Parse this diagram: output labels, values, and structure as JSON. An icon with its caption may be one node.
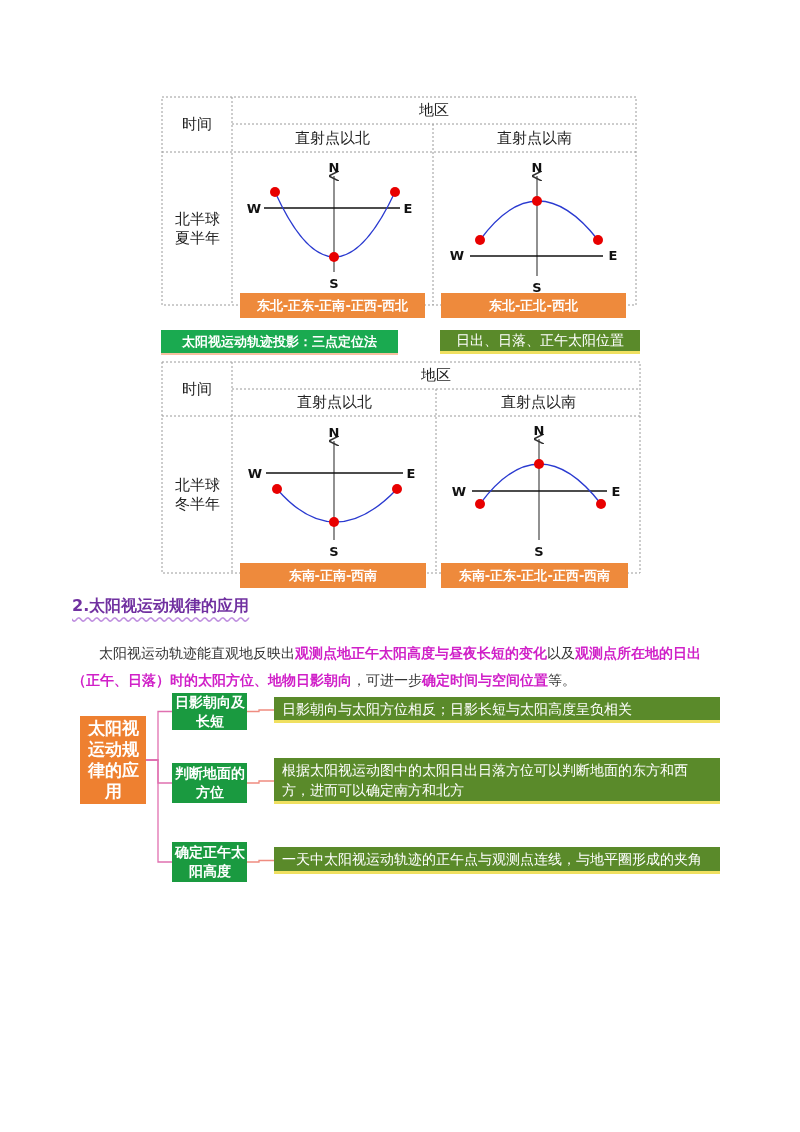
{
  "diagram": {
    "nodes": [
      {
        "text": [
          "东北-正东-正南-正西-西北"
        ]
      },
      {
        "text": [
          "东北-正北-西北"
        ]
      },
      {
        "text": [
          "太阳视运动轨迹投影：三点定位法"
        ]
      },
      {
        "text": [
          "日出、日落、正午太阳位置"
        ]
      },
      {
        "text": [
          "东南-正南-西南"
        ]
      },
      {
        "text": [
          "东南-正东-正北-正西-西南"
        ]
      },
      {
        "text": [
          "太阳视运动规律的应用"
        ]
      },
      {
        "text": [
          "日影朝向及长短"
        ]
      },
      {
        "text": [
          "日影朝向与太阳方位相反；日影长短与太阳高度呈负相关"
        ]
      },
      {
        "text": [
          "判断地面的方位"
        ]
      },
      {
        "text": [
          "根据太阳视运动图中的太阳日出日落方位可以判断地面的东方和西方，进而可以确定南方和北方"
        ]
      },
      {
        "text": [
          "确定正午太阳高度"
        ]
      },
      {
        "text": [
          "一天中太阳视运动轨迹的正午点与观测点连线，与地平圈形成的夹角"
        ]
      }
    ],
    "edges": [
      {
        "from": 6,
        "to": 7,
        "arrow": "none"
      },
      {
        "from": 6,
        "to": 9,
        "arrow": "none"
      },
      {
        "from": 6,
        "to": 11,
        "arrow": "none"
      },
      {
        "from": 7,
        "to": 8,
        "arrow": "none"
      },
      {
        "from": 9,
        "to": 10,
        "arrow": "none"
      },
      {
        "from": 11,
        "to": 12,
        "arrow": "none"
      }
    ],
    "labels": [
      "时间",
      "地区",
      "直射点以北",
      "直射点以南",
      "北半球夏半年",
      "N",
      "W",
      "E",
      "S",
      "N",
      "W",
      "E",
      "S",
      "时间",
      "地区",
      "直射点以北",
      "直射点以南",
      "北半球冬半年",
      "N",
      "W",
      "E",
      "S",
      "N",
      "W",
      "E",
      "S",
      "2.太阳视运动规律的应用",
      "太阳视运动轨迹能直观地反映出**观测点地正午太阳高度与昼夜长短的变化**以及**观测点所在地的日出（正午、日落）时的太阳方位、地物日影朝向**，可进一步**确定时间与空间位置**等。"
    ]
  }
}
